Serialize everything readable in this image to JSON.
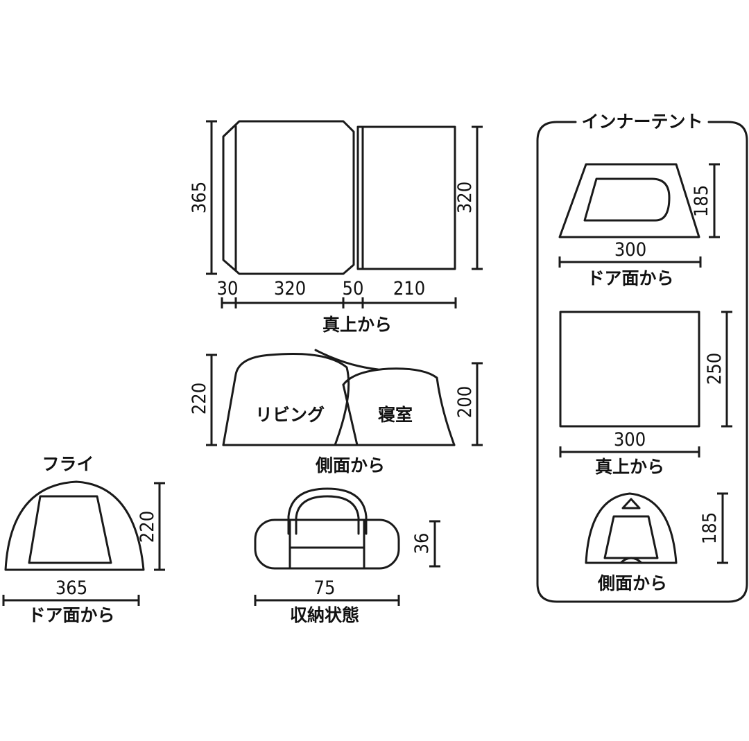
{
  "top_view": {
    "depth_left": "365",
    "depth_right": "320",
    "seg1": "30",
    "seg2": "320",
    "seg3": "50",
    "seg4": "210",
    "caption": "真上から"
  },
  "side_view": {
    "height_left": "220",
    "height_right": "200",
    "living_label": "リビング",
    "bedroom_label": "寝室",
    "caption": "側面から"
  },
  "fly": {
    "title": "フライ",
    "height": "220",
    "width": "365",
    "caption": "ドア面から"
  },
  "packed": {
    "height": "36",
    "width": "75",
    "caption": "収納状態"
  },
  "inner_tent": {
    "title": "インナーテント",
    "door_view": {
      "height": "185",
      "width": "300",
      "caption": "ドア面から"
    },
    "top_view": {
      "depth": "250",
      "width": "300",
      "caption": "真上から"
    },
    "side_view": {
      "height": "185",
      "caption": "側面から"
    }
  }
}
